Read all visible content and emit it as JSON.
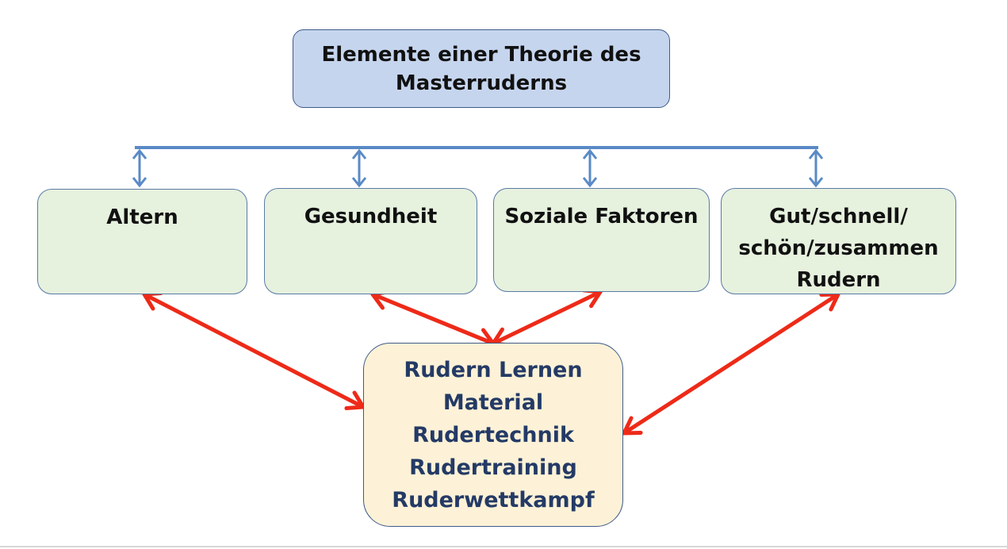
{
  "title": {
    "line1": "Elemente einer Theorie des",
    "line2": "Masterruderns"
  },
  "categories": [
    {
      "id": "altern",
      "lines": [
        "Altern"
      ]
    },
    {
      "id": "gesundheit",
      "lines": [
        "Gesundheit"
      ]
    },
    {
      "id": "soziale-faktoren",
      "lines": [
        "Soziale Faktoren"
      ]
    },
    {
      "id": "gut-schnell",
      "lines": [
        "Gut/schnell/",
        "schön/zusammen",
        "Rudern"
      ]
    }
  ],
  "core": {
    "items": [
      "Rudern Lernen",
      "Material",
      "Rudertechnik",
      "Rudertraining",
      "Ruderwettkampf"
    ]
  },
  "colors": {
    "title_fill": "#c6d5ee",
    "category_fill": "#e6f1de",
    "core_fill": "#fdf2d7",
    "connector_blue": "#5a8ac6",
    "arrow_red": "#ee2a18",
    "core_text": "#243a66"
  }
}
